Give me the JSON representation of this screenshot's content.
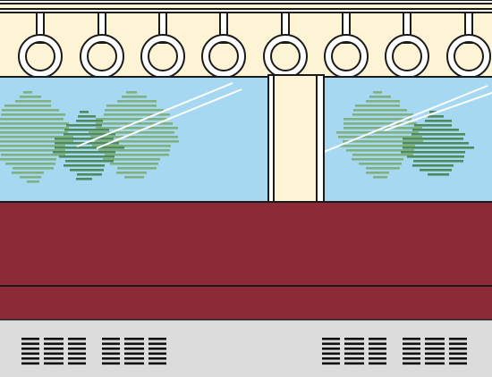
{
  "scene": {
    "subject": "train-interior",
    "colors": {
      "ceiling": "#fdf4d6",
      "outline": "#1a1a1a",
      "handle": "#ffffff",
      "window_glass": "#a6d8f2",
      "window_frame": "#1a1a1a",
      "pillar": "#fdf4d6",
      "tree_light": "#7fb07f",
      "tree_dark": "#4e8a5b",
      "glare": "#ffffff",
      "seat": "#8c2a38",
      "floor": "#dcdcdc",
      "vent": "#111111"
    },
    "hand_strap_count": 8,
    "window_count": 2,
    "vent_group_count": 4
  }
}
